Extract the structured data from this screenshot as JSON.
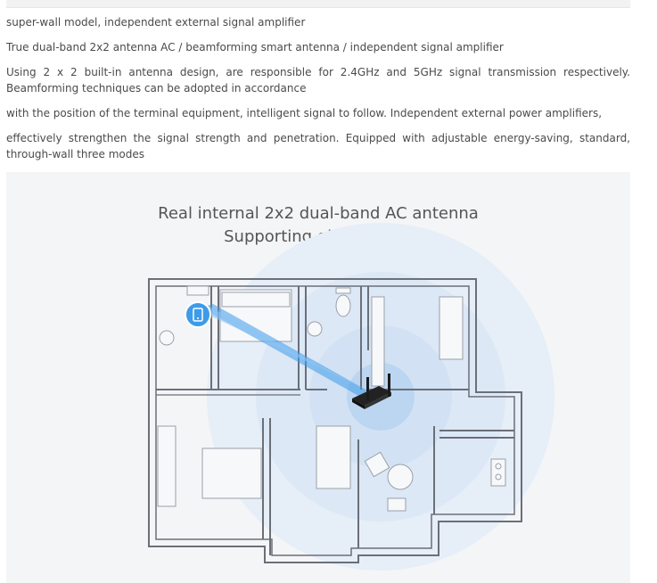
{
  "content": {
    "paragraphs": [
      "super-wall model, independent external signal amplifier",
      "True dual-band 2x2 antenna AC / beamforming smart antenna / independent signal amplifier",
      "Using 2 x 2 built-in antenna design, are responsible for 2.4GHz and 5GHz signal transmission respectively. Beamforming techniques can be adopted in accordance",
      "with the position of the terminal equipment, intelligent signal to follow. Independent external power amplifiers,",
      "effectively strengthen the signal strength and penetration. Equipped with adjustable energy-saving, standard, through-wall three modes"
    ]
  },
  "banner": {
    "title_line1": "Real internal 2x2 dual-band AC antenna",
    "title_line2": "Supporting ghost mode"
  },
  "colors": {
    "signal_blue": "#3d9be9",
    "wall": "#6b6f78",
    "banner_bg": "#f4f5f7"
  }
}
